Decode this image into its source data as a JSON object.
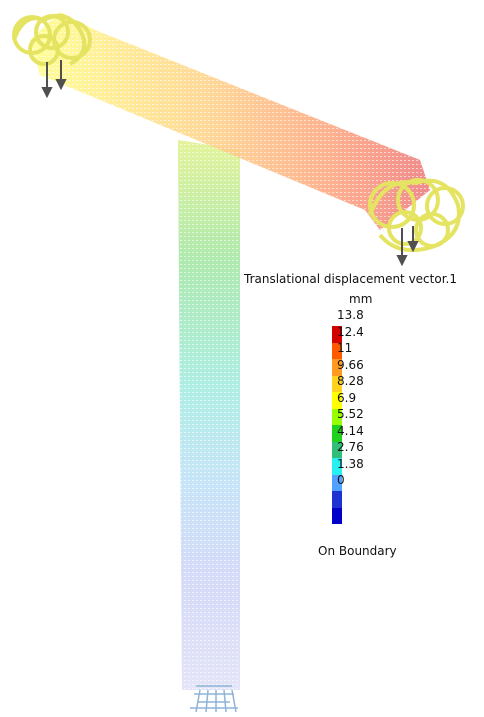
{
  "legend": {
    "title": "Translational displacement vector.1",
    "unit": "mm",
    "ticks": [
      "13.8",
      "12.4",
      "11",
      "9.66",
      "8.28",
      "6.9",
      "5.52",
      "4.14",
      "2.76",
      "1.38",
      "0"
    ],
    "colors": [
      "#d40000",
      "#ff5a00",
      "#ff9a1e",
      "#ffd21e",
      "#ffff00",
      "#96ff00",
      "#1ed21e",
      "#32be78",
      "#28f0f0",
      "#50a0ff",
      "#1e32d2",
      "#0000c8"
    ],
    "footer": "On Boundary"
  },
  "model": {
    "restraint_icon": "spring-restraint-icon",
    "load_arrow_icon": "load-arrow-icon",
    "clamp_icon": "clamp-icon"
  }
}
